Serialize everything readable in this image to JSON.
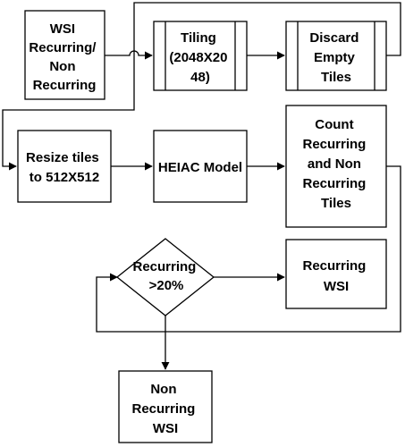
{
  "diagram": {
    "nodes": {
      "wsi_input": {
        "lines": [
          "WSI",
          "Recurring/",
          "Non",
          "Recurring"
        ]
      },
      "tiling": {
        "lines": [
          "Tiling",
          "(2048X20",
          "48)"
        ]
      },
      "discard": {
        "lines": [
          "Discard",
          "Empty",
          "Tiles"
        ]
      },
      "resize": {
        "lines": [
          "Resize tiles",
          "to 512X512"
        ]
      },
      "model": {
        "lines": [
          "HEIAC Model"
        ]
      },
      "count": {
        "lines": [
          "Count",
          "Recurring",
          "and Non",
          "Recurring",
          "Tiles"
        ]
      },
      "decision": {
        "lines": [
          "Recurring",
          ">20%"
        ]
      },
      "recurring_out": {
        "lines": [
          "Recurring",
          "WSI"
        ]
      },
      "non_recurring_out": {
        "lines": [
          "Non",
          "Recurring",
          "WSI"
        ]
      }
    },
    "colors": {
      "stroke": "#000000",
      "fill": "#ffffff",
      "text": "#000000"
    }
  }
}
